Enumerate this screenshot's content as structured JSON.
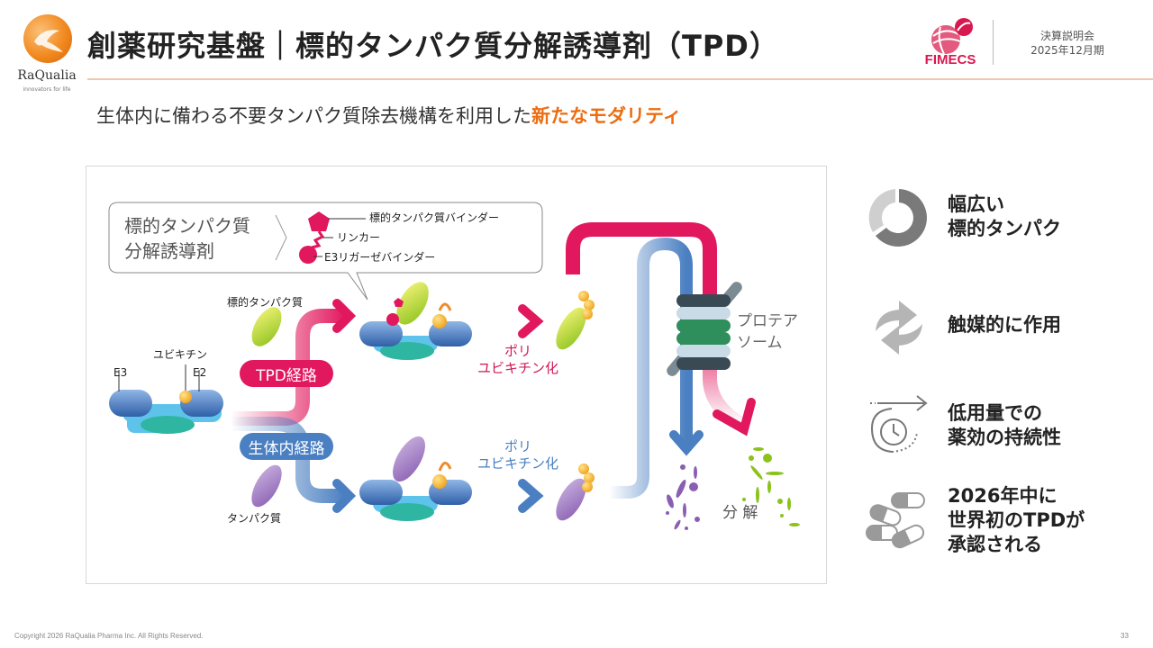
{
  "logo": {
    "name": "RaQualia",
    "tagline": "innovators for life"
  },
  "header": {
    "title": "創薬研究基盤｜標的タンパク質分解誘導剤（TPD）",
    "partner_logo": "FIMECS",
    "meeting_line1": "決算説明会",
    "meeting_line2": "2025年12月期"
  },
  "subtitle": {
    "text": "生体内に備わる不要タンパク質除去機構を利用した",
    "highlight": "新たなモダリティ"
  },
  "colors": {
    "accent_orange": "#ec6d12",
    "tpd_pink": "#e1185d",
    "native_blue": "#4a7fc1",
    "header_rule": "#f0c9ad",
    "fimecs_red": "#d7194f"
  },
  "diagram": {
    "callout_title_line1": "標的タンパク質",
    "callout_title_line2": "分解誘導剤",
    "legend_target_binder": "標的タンパク質バインダー",
    "legend_linker": "リンカー",
    "legend_e3_binder": "E3リガーゼバインダー",
    "label_target_protein": "標的タンパク質",
    "label_ubiquitin": "ユビキチン",
    "label_e3": "E3",
    "label_e2": "E2",
    "tpd_pathway": "TPD経路",
    "native_pathway": "生体内経路",
    "label_protein": "タンパク質",
    "polyub_line1": "ポリ",
    "polyub_line2": "ユビキチン化",
    "proteasome_line1": "プロテア",
    "proteasome_line2": "ソーム",
    "degradation": "分 解"
  },
  "features": [
    {
      "icon": "donut-chart-icon",
      "line1": "幅広い",
      "line2": "標的タンパク"
    },
    {
      "icon": "recycle-arrows-icon",
      "line1": "触媒的に作用",
      "line2": ""
    },
    {
      "icon": "clock-arrow-icon",
      "line1": "低用量での",
      "line2": "薬効の持続性"
    },
    {
      "icon": "capsules-icon",
      "line1": "2026年中に",
      "line2": "世界初のTPDが",
      "line3": "承認される"
    }
  ],
  "footer": {
    "copyright": "Copyright 2026 RaQualia Pharma Inc. All Rights Reserved.",
    "page": "33"
  }
}
